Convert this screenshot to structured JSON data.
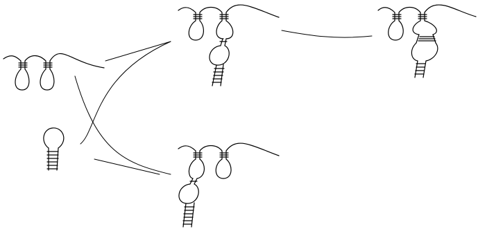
{
  "diagram": {
    "description_visible_text": [],
    "colors": {
      "background": "#ffffff",
      "stroke": "#000000"
    },
    "structures": [
      "two-hairpin-strand",
      "single-hairpin",
      "complex-top-middle",
      "complex-top-right-kissing",
      "complex-bottom-middle"
    ],
    "arrows": [
      "double-arrow-strand-to-top-complex",
      "double-arrow-top-complex-to-kissing-complex",
      "curved-arrow-single-hairpin-to-top-complex",
      "curved-arrow-bottom-complex-to-strand",
      "double-arrow-single-hairpin-to-bottom-complex"
    ]
  }
}
